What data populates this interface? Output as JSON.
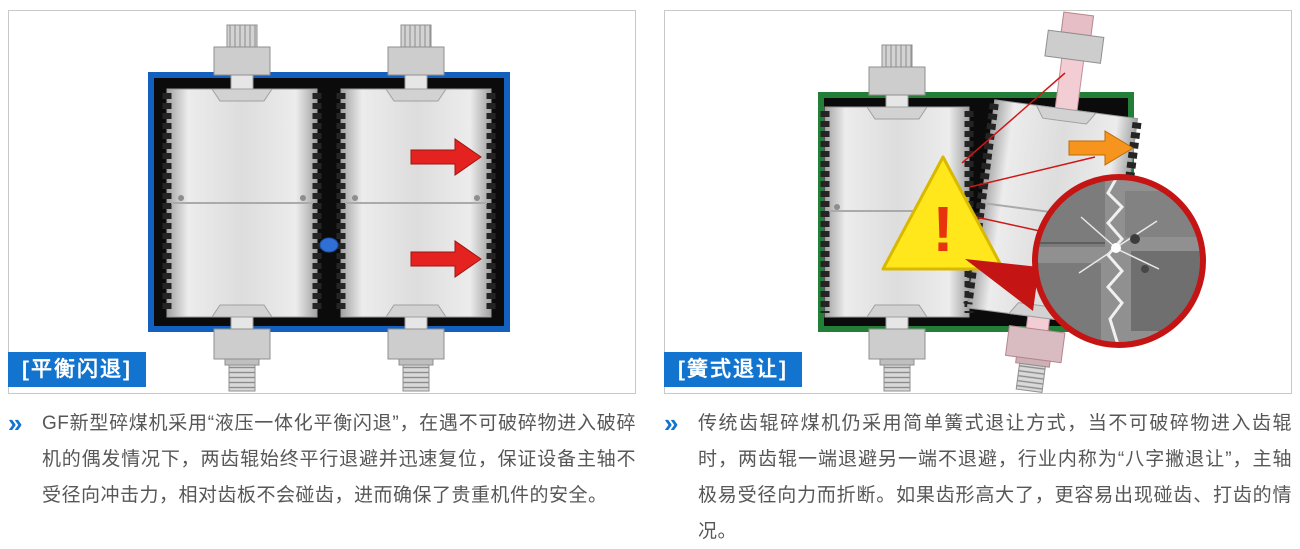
{
  "icons": {
    "chevron": "»",
    "warning_exclamation": "!"
  },
  "colors": {
    "caption_bg": "#1274cf",
    "chevron": "#1274cf",
    "body_text": "#575757",
    "left_frame_border": "#1360bf",
    "right_frame_border": "#237f38",
    "red_arrow": "#e42320",
    "orange_arrow": "#f7941d",
    "warning_yellow": "#ffe71c",
    "magnifier_ring": "#c41414"
  },
  "panels": {
    "left": {
      "label": "[平衡闪退]",
      "description": "GF新型碎煤机采用“液压一体化平衡闪退”，在遇不可破碎物进入破碎机的偶发情况下，两齿辊始终平行退避并迅速复位，保证设备主轴不受径向冲击力，相对齿板不会碰齿，进而确保了贵重机件的安全。"
    },
    "right": {
      "label": "[簧式退让]",
      "description": "传统齿辊碎煤机仍采用简单簧式退让方式，当不可破碎物进入齿辊时，两齿辊一端退避另一端不退避，行业内称为“八字撇退让”，主轴极易受径向力而折断。如果齿形高大了，更容易出现碰齿、打齿的情况。"
    }
  }
}
